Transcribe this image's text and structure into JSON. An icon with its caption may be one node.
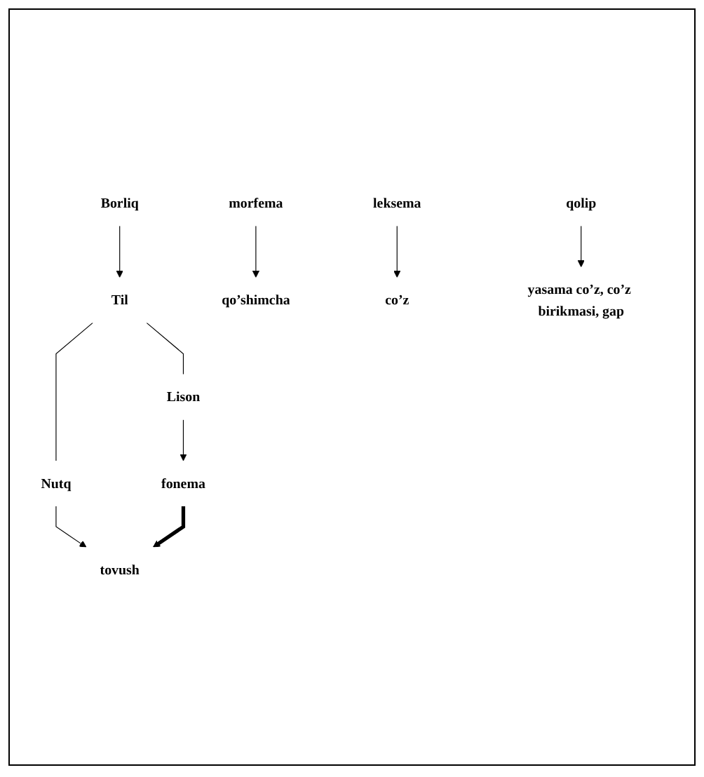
{
  "diagram": {
    "nodes": [
      {
        "text": [
          "Borliq"
        ]
      },
      {
        "text": [
          "Til"
        ]
      },
      {
        "text": [
          "Lison"
        ]
      },
      {
        "text": [
          "Nutq"
        ]
      },
      {
        "text": [
          "fonema"
        ]
      },
      {
        "text": [
          "tovush"
        ]
      },
      {
        "text": [
          "morfema"
        ]
      },
      {
        "text": [
          "qo’shimcha"
        ]
      },
      {
        "text": [
          "leksema"
        ]
      },
      {
        "text": [
          "co’z"
        ]
      },
      {
        "text": [
          "qolip"
        ]
      },
      {
        "text": [
          "yasama co’z, co’z birikmasi, gap"
        ]
      }
    ],
    "edges": [
      {
        "from": 0,
        "to": 1,
        "arrow": "to"
      },
      {
        "from": 1,
        "to": 2,
        "arrow": "none"
      },
      {
        "from": 1,
        "to": 3,
        "arrow": "none"
      },
      {
        "from": 2,
        "to": 4,
        "arrow": "to"
      },
      {
        "from": 3,
        "to": 5,
        "arrow": "to"
      },
      {
        "from": 4,
        "to": 5,
        "arrow": "to",
        "style": "thick"
      },
      {
        "from": 6,
        "to": 7,
        "arrow": "to"
      },
      {
        "from": 8,
        "to": 9,
        "arrow": "to"
      },
      {
        "from": 10,
        "to": 11,
        "arrow": "to"
      }
    ]
  }
}
